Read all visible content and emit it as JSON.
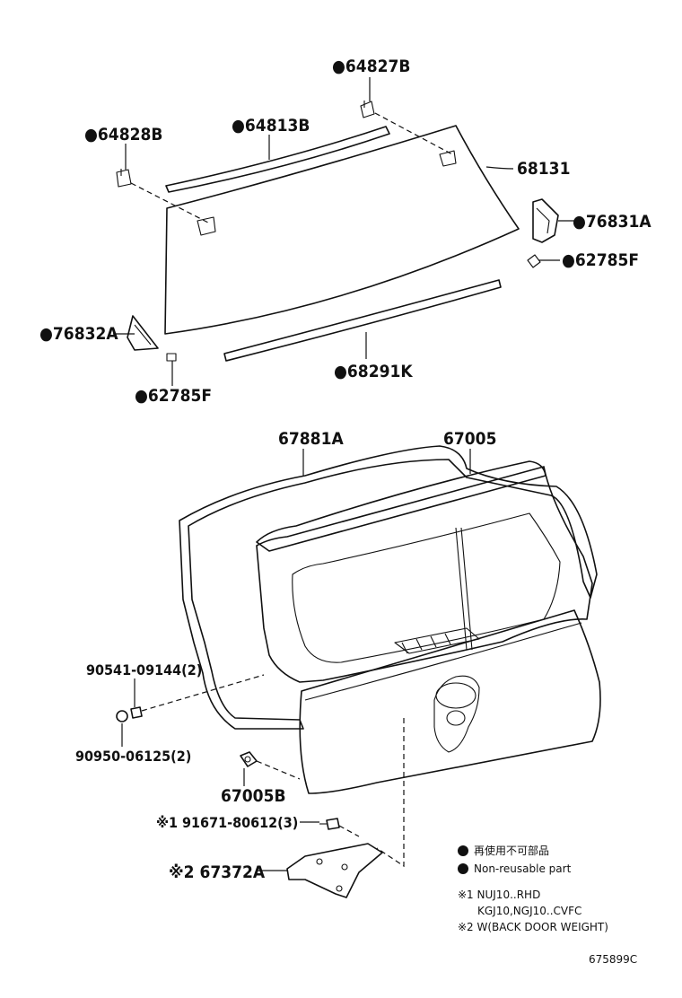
{
  "labels": {
    "p64827B": "●64827B",
    "p64828B": "●64828B",
    "p64813B": "●64813B",
    "p68131": "68131",
    "p76831A": "●76831A",
    "p62785F_right": "●62785F",
    "p76832A": "●76832A",
    "p68291K": "●68291K",
    "p62785F_left": "●62785F",
    "p67881A": "67881A",
    "p67005": "67005",
    "p90541": "90541-09144(2)",
    "p90950": "90950-06125(2)",
    "p67005B": "67005B",
    "p91671": "※1 91671-80612(3)",
    "p67372A": "※2 67372A"
  },
  "legend": {
    "jp": "再使用不可部品",
    "en": "Non-reusable part",
    "note1_line1": "※1 NUJ10..RHD",
    "note1_line2": "KGJ10,NGJ10..CVFC",
    "note2": "※2 W(BACK DOOR WEIGHT)"
  },
  "diagram_code": "675899C"
}
